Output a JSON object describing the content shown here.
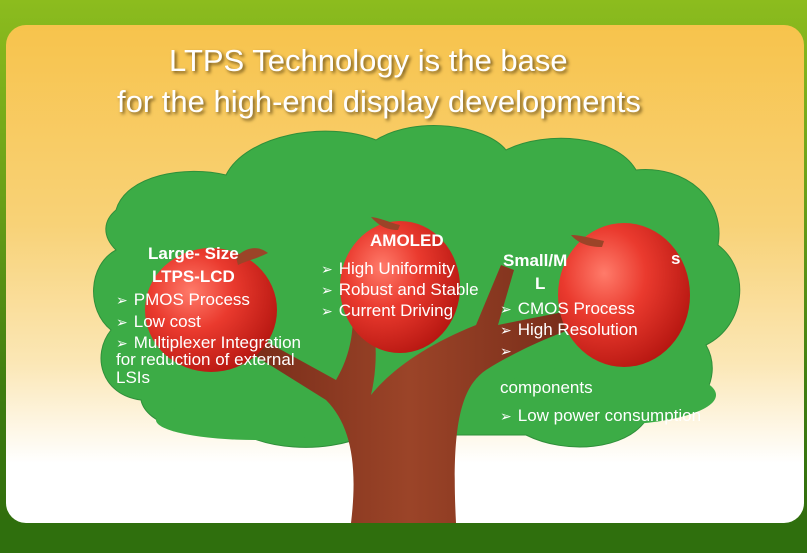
{
  "title": {
    "line1": "LTPS Technology is the base",
    "line2": "for the high-end display developments"
  },
  "left": {
    "head1": "Large- Size",
    "head2": "LTPS-LCD",
    "bullet1": "PMOS Process",
    "bullet2": "Low cost",
    "bullet3": "Multiplexer Integration",
    "cont1": "for reduction of external",
    "cont2": "LSIs"
  },
  "center": {
    "head": "AMOLED",
    "bullet1": "High Uniformity",
    "bullet2": "Robust and Stable",
    "bullet3": "Current  Driving"
  },
  "right": {
    "head1": "Small/M",
    "head1b": "s",
    "head2": "L",
    "bullet1": "CMOS Process",
    "bullet2": "High Resolution",
    "cont": "components",
    "bullet4": "Low power consumption"
  },
  "symbols": {
    "arrow": "➢"
  },
  "colors": {
    "foliage": "#3cac46",
    "trunk": "#8b3a24",
    "apple": "#e8322a",
    "text": "#ffffff"
  }
}
